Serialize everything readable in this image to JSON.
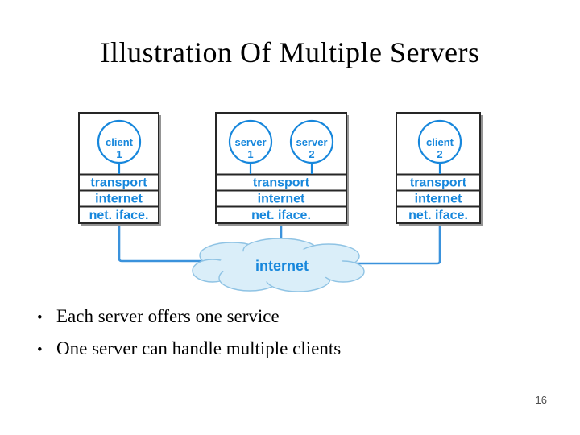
{
  "slide": {
    "title": "Illustration Of Multiple Servers",
    "bullet_char": "•",
    "bullets": [
      "Each server offers one service",
      "One server can handle multiple clients"
    ],
    "page_number": "16"
  },
  "diagram": {
    "hosts": [
      {
        "id": "client1",
        "circles": [
          {
            "line1": "client",
            "line2": "1"
          }
        ],
        "layers": [
          "transport",
          "internet",
          "net. iface."
        ]
      },
      {
        "id": "servers",
        "circles": [
          {
            "line1": "server",
            "line2": "1"
          },
          {
            "line1": "server",
            "line2": "2"
          }
        ],
        "layers": [
          "transport",
          "internet",
          "net. iface."
        ]
      },
      {
        "id": "client2",
        "circles": [
          {
            "line1": "client",
            "line2": "2"
          }
        ],
        "layers": [
          "transport",
          "internet",
          "net. iface."
        ]
      }
    ],
    "cloud_label": "internet",
    "colors": {
      "label_blue": "#1787dc",
      "connector_blue": "#3a92dc",
      "cloud_fill": "#daeef9",
      "cloud_stroke": "#8fc3e4",
      "box_border": "#262626",
      "box_shadow": "#949494"
    }
  }
}
